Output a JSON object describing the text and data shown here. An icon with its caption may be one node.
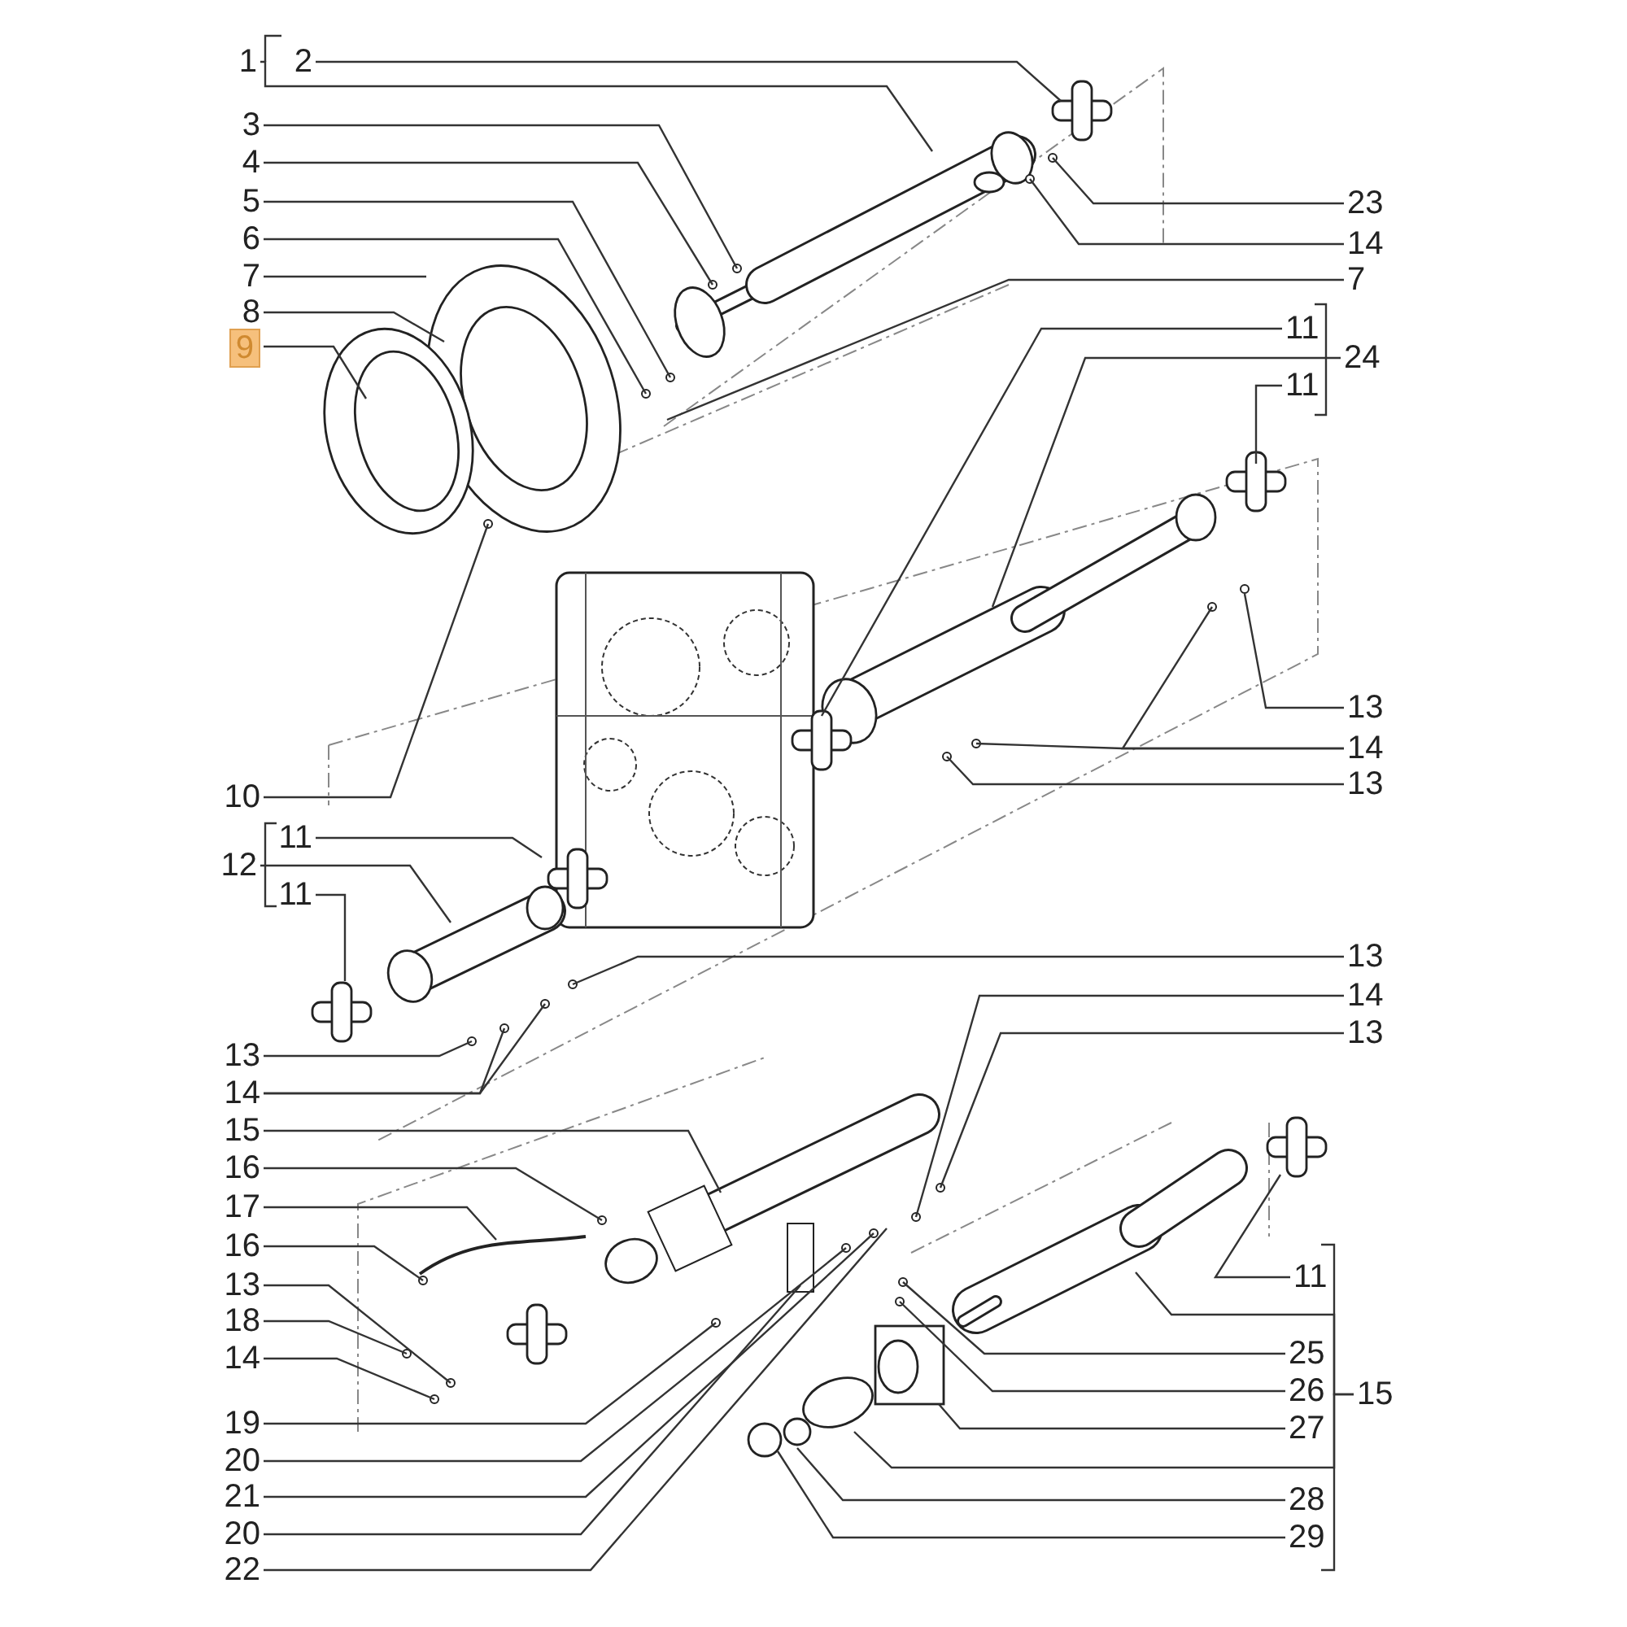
{
  "diagram": {
    "nodes": [
      {
        "text": [
          "1"
        ]
      },
      {
        "text": [
          "2"
        ]
      },
      {
        "text": [
          "3"
        ]
      },
      {
        "text": [
          "4"
        ]
      },
      {
        "text": [
          "5"
        ]
      },
      {
        "text": [
          "6"
        ]
      },
      {
        "text": [
          "7"
        ]
      },
      {
        "text": [
          "8"
        ]
      },
      {
        "text": [
          "9"
        ]
      },
      {
        "text": [
          "10"
        ]
      },
      {
        "text": [
          "11"
        ]
      },
      {
        "text": [
          "12"
        ]
      },
      {
        "text": [
          "11"
        ]
      },
      {
        "text": [
          "13"
        ]
      },
      {
        "text": [
          "14"
        ]
      },
      {
        "text": [
          "15"
        ]
      },
      {
        "text": [
          "16"
        ]
      },
      {
        "text": [
          "17"
        ]
      },
      {
        "text": [
          "16"
        ]
      },
      {
        "text": [
          "13"
        ]
      },
      {
        "text": [
          "18"
        ]
      },
      {
        "text": [
          "14"
        ]
      },
      {
        "text": [
          "19"
        ]
      },
      {
        "text": [
          "20"
        ]
      },
      {
        "text": [
          "21"
        ]
      },
      {
        "text": [
          "20"
        ]
      },
      {
        "text": [
          "22"
        ]
      },
      {
        "text": [
          "23"
        ]
      },
      {
        "text": [
          "14"
        ]
      },
      {
        "text": [
          "7"
        ]
      },
      {
        "text": [
          "11"
        ]
      },
      {
        "text": [
          "24"
        ]
      },
      {
        "text": [
          "11"
        ]
      },
      {
        "text": [
          "13"
        ]
      },
      {
        "text": [
          "14"
        ]
      },
      {
        "text": [
          "13"
        ]
      },
      {
        "text": [
          "13"
        ]
      },
      {
        "text": [
          "14"
        ]
      },
      {
        "text": [
          "13"
        ]
      },
      {
        "text": [
          "11"
        ]
      },
      {
        "text": [
          "25"
        ]
      },
      {
        "text": [
          "26"
        ]
      },
      {
        "text": [
          "15"
        ]
      },
      {
        "text": [
          "27"
        ]
      },
      {
        "text": [
          "28"
        ]
      },
      {
        "text": [
          "29"
        ]
      }
    ],
    "edges": [
      {
        "from": 0,
        "to": null,
        "arrow": "none"
      },
      {
        "from": 1,
        "to": null,
        "arrow": "none"
      },
      {
        "from": 2,
        "to": null,
        "arrow": "none"
      },
      {
        "from": 3,
        "to": null,
        "arrow": "none"
      },
      {
        "from": 4,
        "to": null,
        "arrow": "none"
      },
      {
        "from": 5,
        "to": null,
        "arrow": "none"
      },
      {
        "from": 6,
        "to": null,
        "arrow": "none"
      },
      {
        "from": 7,
        "to": null,
        "arrow": "none"
      },
      {
        "from": 8,
        "to": null,
        "arrow": "none"
      },
      {
        "from": 9,
        "to": null,
        "arrow": "none"
      },
      {
        "from": 10,
        "to": null,
        "arrow": "none"
      },
      {
        "from": 11,
        "to": null,
        "arrow": "none"
      },
      {
        "from": 12,
        "to": null,
        "arrow": "none"
      },
      {
        "from": 13,
        "to": null,
        "arrow": "none"
      },
      {
        "from": 14,
        "to": null,
        "arrow": "none"
      },
      {
        "from": 14,
        "to": null,
        "arrow": "none"
      },
      {
        "from": 15,
        "to": null,
        "arrow": "none"
      },
      {
        "from": 16,
        "to": null,
        "arrow": "none"
      },
      {
        "from": 17,
        "to": null,
        "arrow": "none"
      },
      {
        "from": 18,
        "to": null,
        "arrow": "none"
      },
      {
        "from": 19,
        "to": null,
        "arrow": "none"
      },
      {
        "from": 20,
        "to": null,
        "arrow": "none"
      },
      {
        "from": 21,
        "to": null,
        "arrow": "none"
      },
      {
        "from": 22,
        "to": null,
        "arrow": "none"
      },
      {
        "from": 23,
        "to": null,
        "arrow": "none"
      },
      {
        "from": 24,
        "to": null,
        "arrow": "none"
      },
      {
        "from": 25,
        "to": null,
        "arrow": "none"
      },
      {
        "from": 26,
        "to": null,
        "arrow": "none"
      },
      {
        "from": 27,
        "to": null,
        "arrow": "none"
      },
      {
        "from": 28,
        "to": null,
        "arrow": "none"
      },
      {
        "from": 29,
        "to": null,
        "arrow": "none"
      },
      {
        "from": 30,
        "to": null,
        "arrow": "none"
      },
      {
        "from": 31,
        "to": null,
        "arrow": "none"
      },
      {
        "from": 32,
        "to": null,
        "arrow": "none"
      },
      {
        "from": 33,
        "to": null,
        "arrow": "none"
      },
      {
        "from": 34,
        "to": null,
        "arrow": "none"
      },
      {
        "from": 34,
        "to": null,
        "arrow": "none"
      },
      {
        "from": 35,
        "to": null,
        "arrow": "none"
      },
      {
        "from": 36,
        "to": null,
        "arrow": "none"
      },
      {
        "from": 37,
        "to": null,
        "arrow": "none"
      },
      {
        "from": 38,
        "to": null,
        "arrow": "none"
      },
      {
        "from": 39,
        "to": null,
        "arrow": "none"
      },
      {
        "from": 40,
        "to": null,
        "arrow": "none"
      },
      {
        "from": 41,
        "to": null,
        "arrow": "none"
      },
      {
        "from": 42,
        "to": null,
        "arrow": "none"
      },
      {
        "from": 42,
        "to": null,
        "arrow": "none"
      },
      {
        "from": 43,
        "to": null,
        "arrow": "none"
      },
      {
        "from": 44,
        "to": null,
        "arrow": "none"
      },
      {
        "from": 45,
        "to": null,
        "arrow": "none"
      }
    ]
  }
}
